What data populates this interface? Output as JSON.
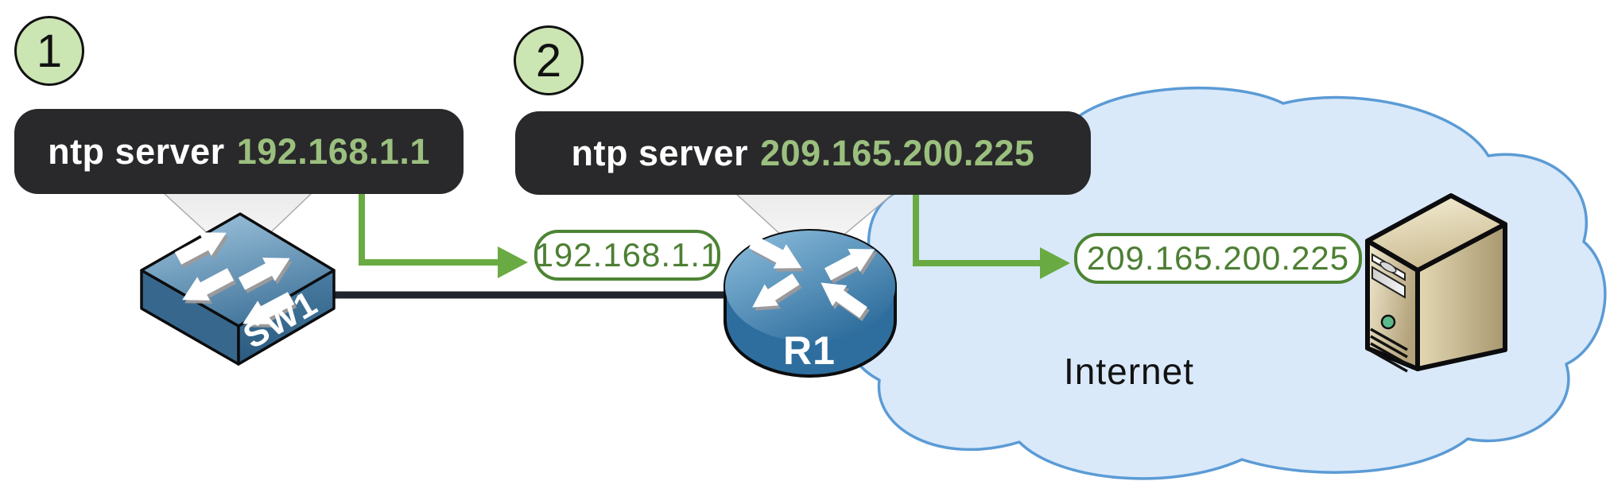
{
  "steps": {
    "one": "1",
    "two": "2"
  },
  "commands": {
    "cmd1": {
      "keyword": "ntp server",
      "ip": "192.168.1.1"
    },
    "cmd2": {
      "keyword": "ntp server",
      "ip": "209.165.200.225"
    }
  },
  "ip_labels": {
    "lan": "192.168.1.1",
    "wan": "209.165.200.225"
  },
  "devices": {
    "switch_label": "SW1",
    "router_label": "R1"
  },
  "cloud": {
    "label": "Internet"
  },
  "icons": {
    "switch": "cisco-switch-icon",
    "router": "cisco-router-icon",
    "server": "server-tower-icon",
    "cloud": "internet-cloud-icon"
  },
  "colors": {
    "command_box_bg": "#29292b",
    "command_keyword_text": "#ffffff",
    "command_ip_text": "#9bc07e",
    "arrow_green": "#6aaa43",
    "ip_label_text": "#4c7f33",
    "ip_label_border": "#4c8433",
    "badge_fill": "#cbe5b3",
    "cloud_fill": "#d9e9fa",
    "cloud_border": "#5b9bd5",
    "link_line": "#20242c"
  }
}
